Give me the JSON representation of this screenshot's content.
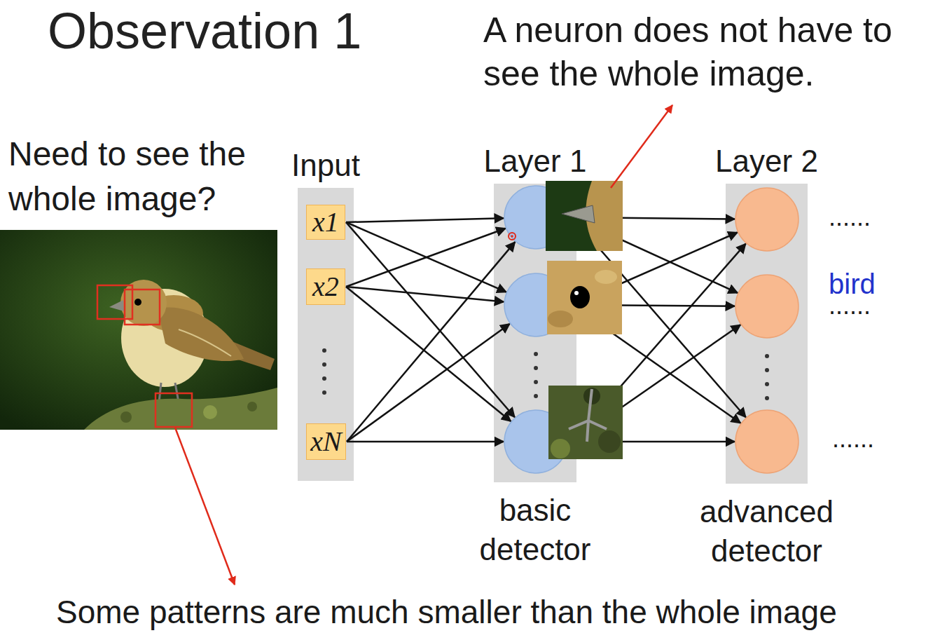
{
  "diagram": {
    "title": "Observation 1",
    "nodes": [
      {
        "text": [
          "Input"
        ]
      },
      {
        "text": [
          "x1"
        ],
        "in": 0
      },
      {
        "text": [
          "x2"
        ],
        "in": 0
      },
      {
        "text": [
          "xN"
        ],
        "in": 0
      },
      {
        "text": [
          "Layer 1",
          "basic detector"
        ]
      },
      {
        "text": [
          "Layer 2",
          "advanced detector"
        ]
      }
    ],
    "labels": [
      "A neuron does not have to see the whole image.",
      "Need to see the whole image?",
      "......",
      "bird",
      "......",
      "......",
      "Some patterns are much smaller than the whole image"
    ]
  }
}
